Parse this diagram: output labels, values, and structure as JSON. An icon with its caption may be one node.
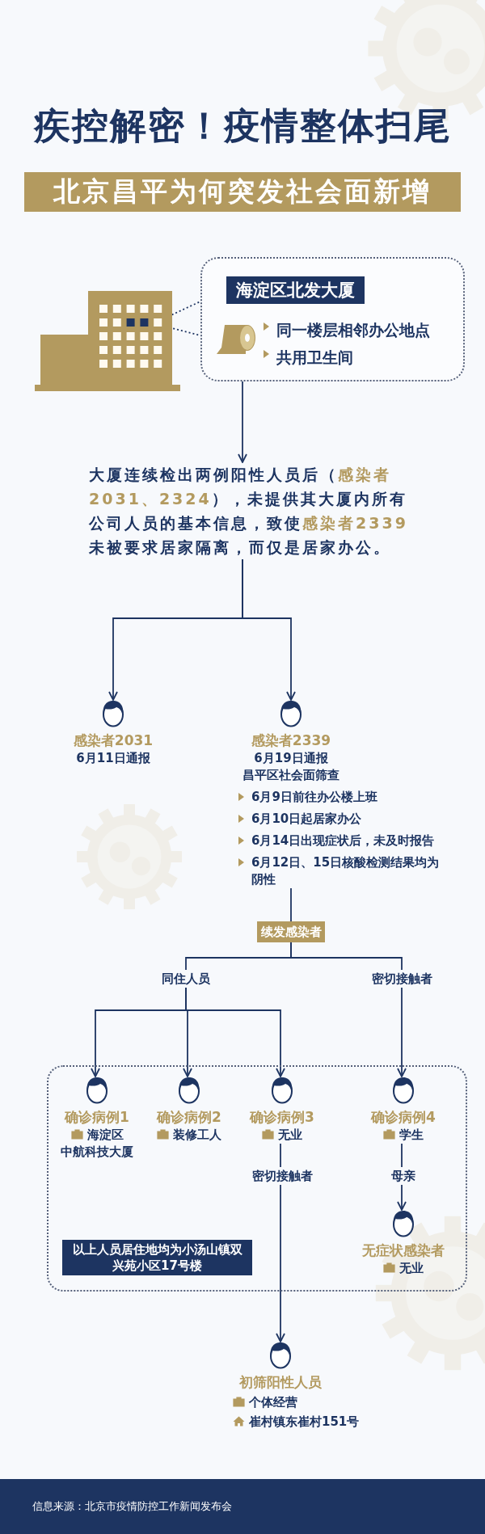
{
  "diagram": {
    "title": "疾控解密！疫情整体扫尾",
    "nodes": [
      {
        "text": [],
        "shape": "picture"
      },
      {
        "text": [
          "海淀区北发大厦",
          "同一楼层相邻办公地点",
          "共用卫生间"
        ]
      },
      {
        "text": [
          "大厦连续检出两例阳性人员后（**感染者2031、2324**），未提供其大厦内所有公司人员的基本信息，致使**感染者2339**未被要求居家隔离，而仅是居家办公。"
        ]
      },
      {
        "text": [
          "感染者2031",
          "6月11日通报"
        ]
      },
      {
        "text": [
          "感染者2339",
          "6月19日通报",
          "昌平区社会面筛查",
          "6月9日前往办公楼上班",
          "6月10日起居家办公",
          "6月14日出现症状后，未及时报告",
          "6月12日、15日核酸检测结果均为阴性"
        ]
      },
      {
        "text": [
          "续发感染者"
        ]
      },
      {
        "text": [
          "同住人员"
        ]
      },
      {
        "text": [
          "密切接触者"
        ]
      },
      {
        "text": [],
        "shape": "box"
      },
      {
        "text": [
          "确诊病例1",
          "海淀区",
          "中航科技大厦"
        ],
        "in": 8
      },
      {
        "text": [
          "确诊病例2",
          "装修工人"
        ],
        "in": 8
      },
      {
        "text": [
          "确诊病例3",
          "无业"
        ],
        "in": 8
      },
      {
        "text": [
          "密切接触者"
        ],
        "in": 8
      },
      {
        "text": [
          "确诊病例4",
          "学生"
        ],
        "in": 8
      },
      {
        "text": [
          "母亲"
        ],
        "in": 8
      },
      {
        "text": [
          "无症状感染者",
          "无业"
        ],
        "in": 8
      },
      {
        "text": [
          "以上人员居住地均为小汤山镇双兴苑小区17号楼"
        ],
        "in": 8
      },
      {
        "text": [
          "初筛阳性人员",
          "个体经营",
          "崔村镇东崔村151号"
        ]
      }
    ],
    "edges": [
      {
        "from": 0,
        "to": 1,
        "arrow": "none",
        "style": "dashed"
      },
      {
        "from": 1,
        "to": 2,
        "arrow": "to"
      },
      {
        "from": 2,
        "to": 3,
        "arrow": "to"
      },
      {
        "from": 2,
        "to": 4,
        "arrow": "to"
      },
      {
        "from": 4,
        "to": 5,
        "arrow": "none"
      },
      {
        "from": 5,
        "to": 6,
        "arrow": "none"
      },
      {
        "from": 5,
        "to": 7,
        "arrow": "none"
      },
      {
        "from": 6,
        "to": 9,
        "arrow": "to"
      },
      {
        "from": 6,
        "to": 10,
        "arrow": "to"
      },
      {
        "from": 6,
        "to": 11,
        "arrow": "to"
      },
      {
        "from": 7,
        "to": 13,
        "arrow": "to"
      },
      {
        "from": 11,
        "to": 12,
        "arrow": "none"
      },
      {
        "from": 12,
        "to": 17,
        "arrow": "to"
      },
      {
        "from": 13,
        "to": 14,
        "arrow": "none"
      },
      {
        "from": 14,
        "to": 15,
        "arrow": "to"
      }
    ],
    "labels": [
      "北京昌平为何突发社会面新增",
      "信息来源：北京市疫情防控工作新闻发布会"
    ]
  }
}
